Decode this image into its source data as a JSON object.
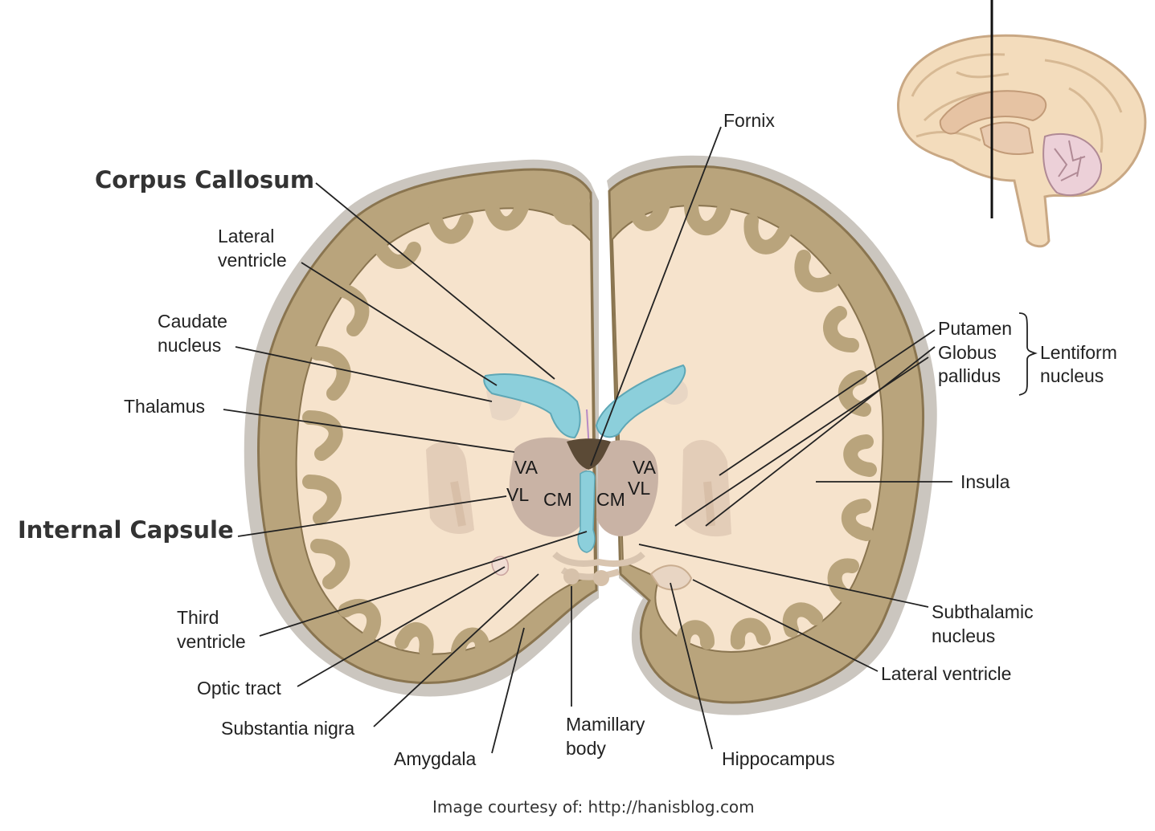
{
  "labels": {
    "corpus_callosum": "Corpus Callosum",
    "internal_capsule": "Internal Capsule",
    "fornix": "Fornix",
    "lateral_ventricle_1": "Lateral",
    "lateral_ventricle_2": "ventricle",
    "caudate_1": "Caudate",
    "caudate_2": "nucleus",
    "thalamus": "Thalamus",
    "third_ventricle_1": "Third",
    "third_ventricle_2": "ventricle",
    "optic_tract": "Optic tract",
    "substantia_nigra": "Substantia nigra",
    "amygdala": "Amygdala",
    "mamillary_1": "Mamillary",
    "mamillary_2": "body",
    "hippocampus": "Hippocampus",
    "lateral_ventricle_right": "Lateral ventricle",
    "subthalamic_1": "Subthalamic",
    "subthalamic_2": "nucleus",
    "insula": "Insula",
    "putamen": "Putamen",
    "globus_1": "Globus",
    "globus_2": "pallidus",
    "lentiform_1": "Lentiform",
    "lentiform_2": "nucleus",
    "va": "VA",
    "vl": "VL",
    "cm": "CM"
  },
  "credit": "Image courtesy of: http://hanisblog.com",
  "colors": {
    "gray_matter": "#b9a47c",
    "white_matter": "#f6e3cc",
    "outer_rim": "#c8c4bf",
    "ventricle": "#8ccfdb",
    "thalamus": "#c9b3a5",
    "fornix": "#5b4a36"
  }
}
